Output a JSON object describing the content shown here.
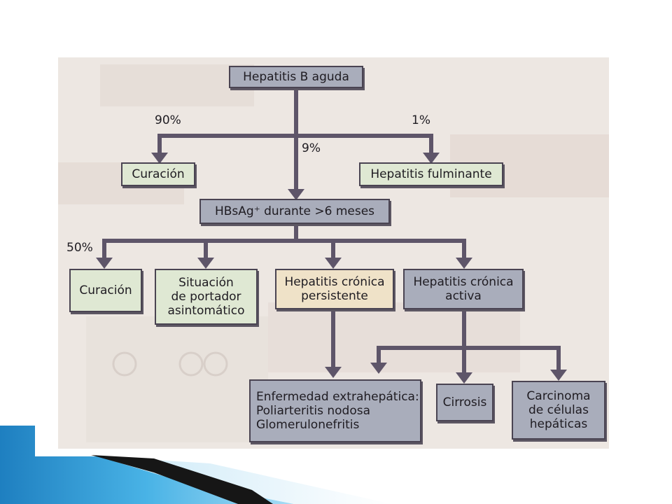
{
  "colors": {
    "arrow": "#5e5569",
    "box_gray": "#a9adbb",
    "box_green": "#dfe8d3",
    "box_tan": "#efe2c8",
    "slide_accent_blue": "#3aa0d8",
    "slide_accent_dark": "#1a1a1a"
  },
  "diagram": {
    "nodes": {
      "hepatitis_b_aguda": "Hepatitis B aguda",
      "curacion_1": "Curación",
      "hepatitis_fulminante": "Hepatitis fulminante",
      "hbsag_6_meses": "HBsAg⁺ durante >6 meses",
      "curacion_2": "Curación",
      "portador_asintomatico": "Situación\nde portador\nasintomático",
      "hepatitis_cronica_persistente": "Hepatitis crónica\npersistente",
      "hepatitis_cronica_activa": "Hepatitis crónica\nactiva",
      "enfermedad_extrahepatica": "Enfermedad extrahepática:\nPoliarteritis nodosa\nGlomerulonefritis",
      "cirrosis": "Cirrosis",
      "carcinoma": "Carcinoma\nde células\nhepáticas"
    },
    "percentages": {
      "curacion_pct": "90%",
      "fulminante_pct": "1%",
      "cronica_pct": "9%",
      "curacion_2_pct": "50%"
    }
  }
}
